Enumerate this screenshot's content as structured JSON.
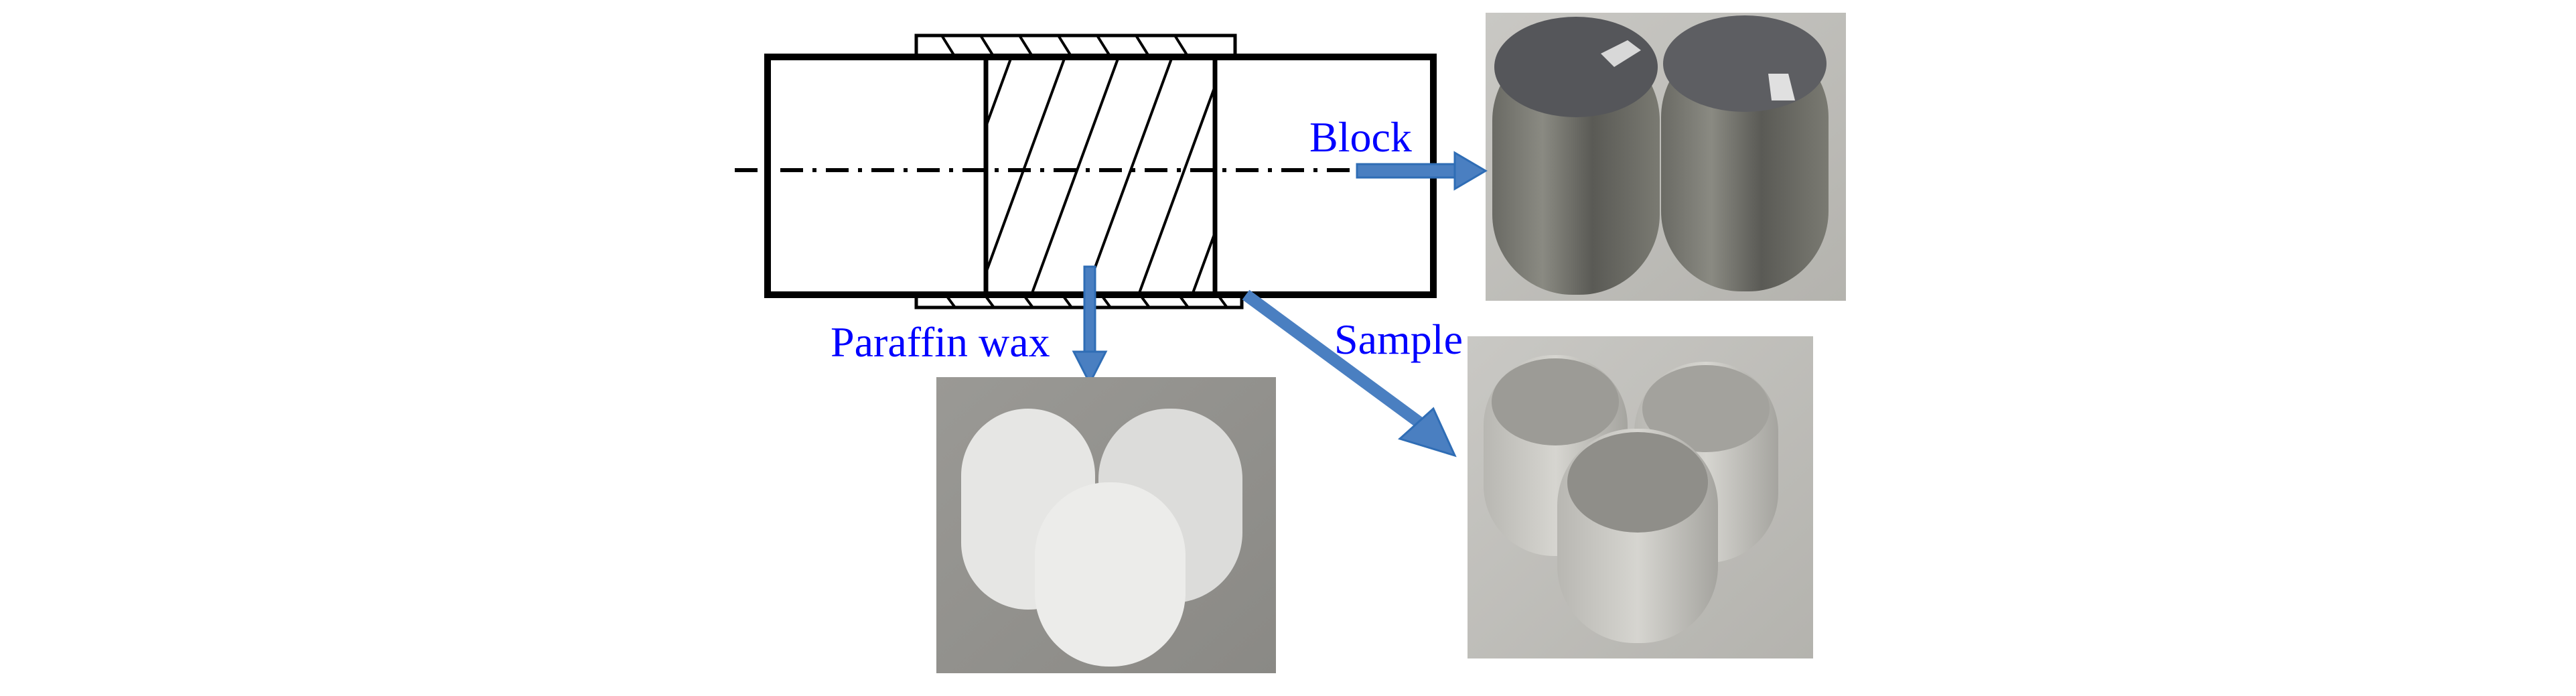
{
  "labels": {
    "block": "Block",
    "paraffin": "Paraffin wax",
    "sample": "Sample"
  },
  "colors": {
    "label": "#0000ff",
    "arrow": "#4a7fc1",
    "arrow_edge": "#2f6db5",
    "line": "#000000"
  }
}
